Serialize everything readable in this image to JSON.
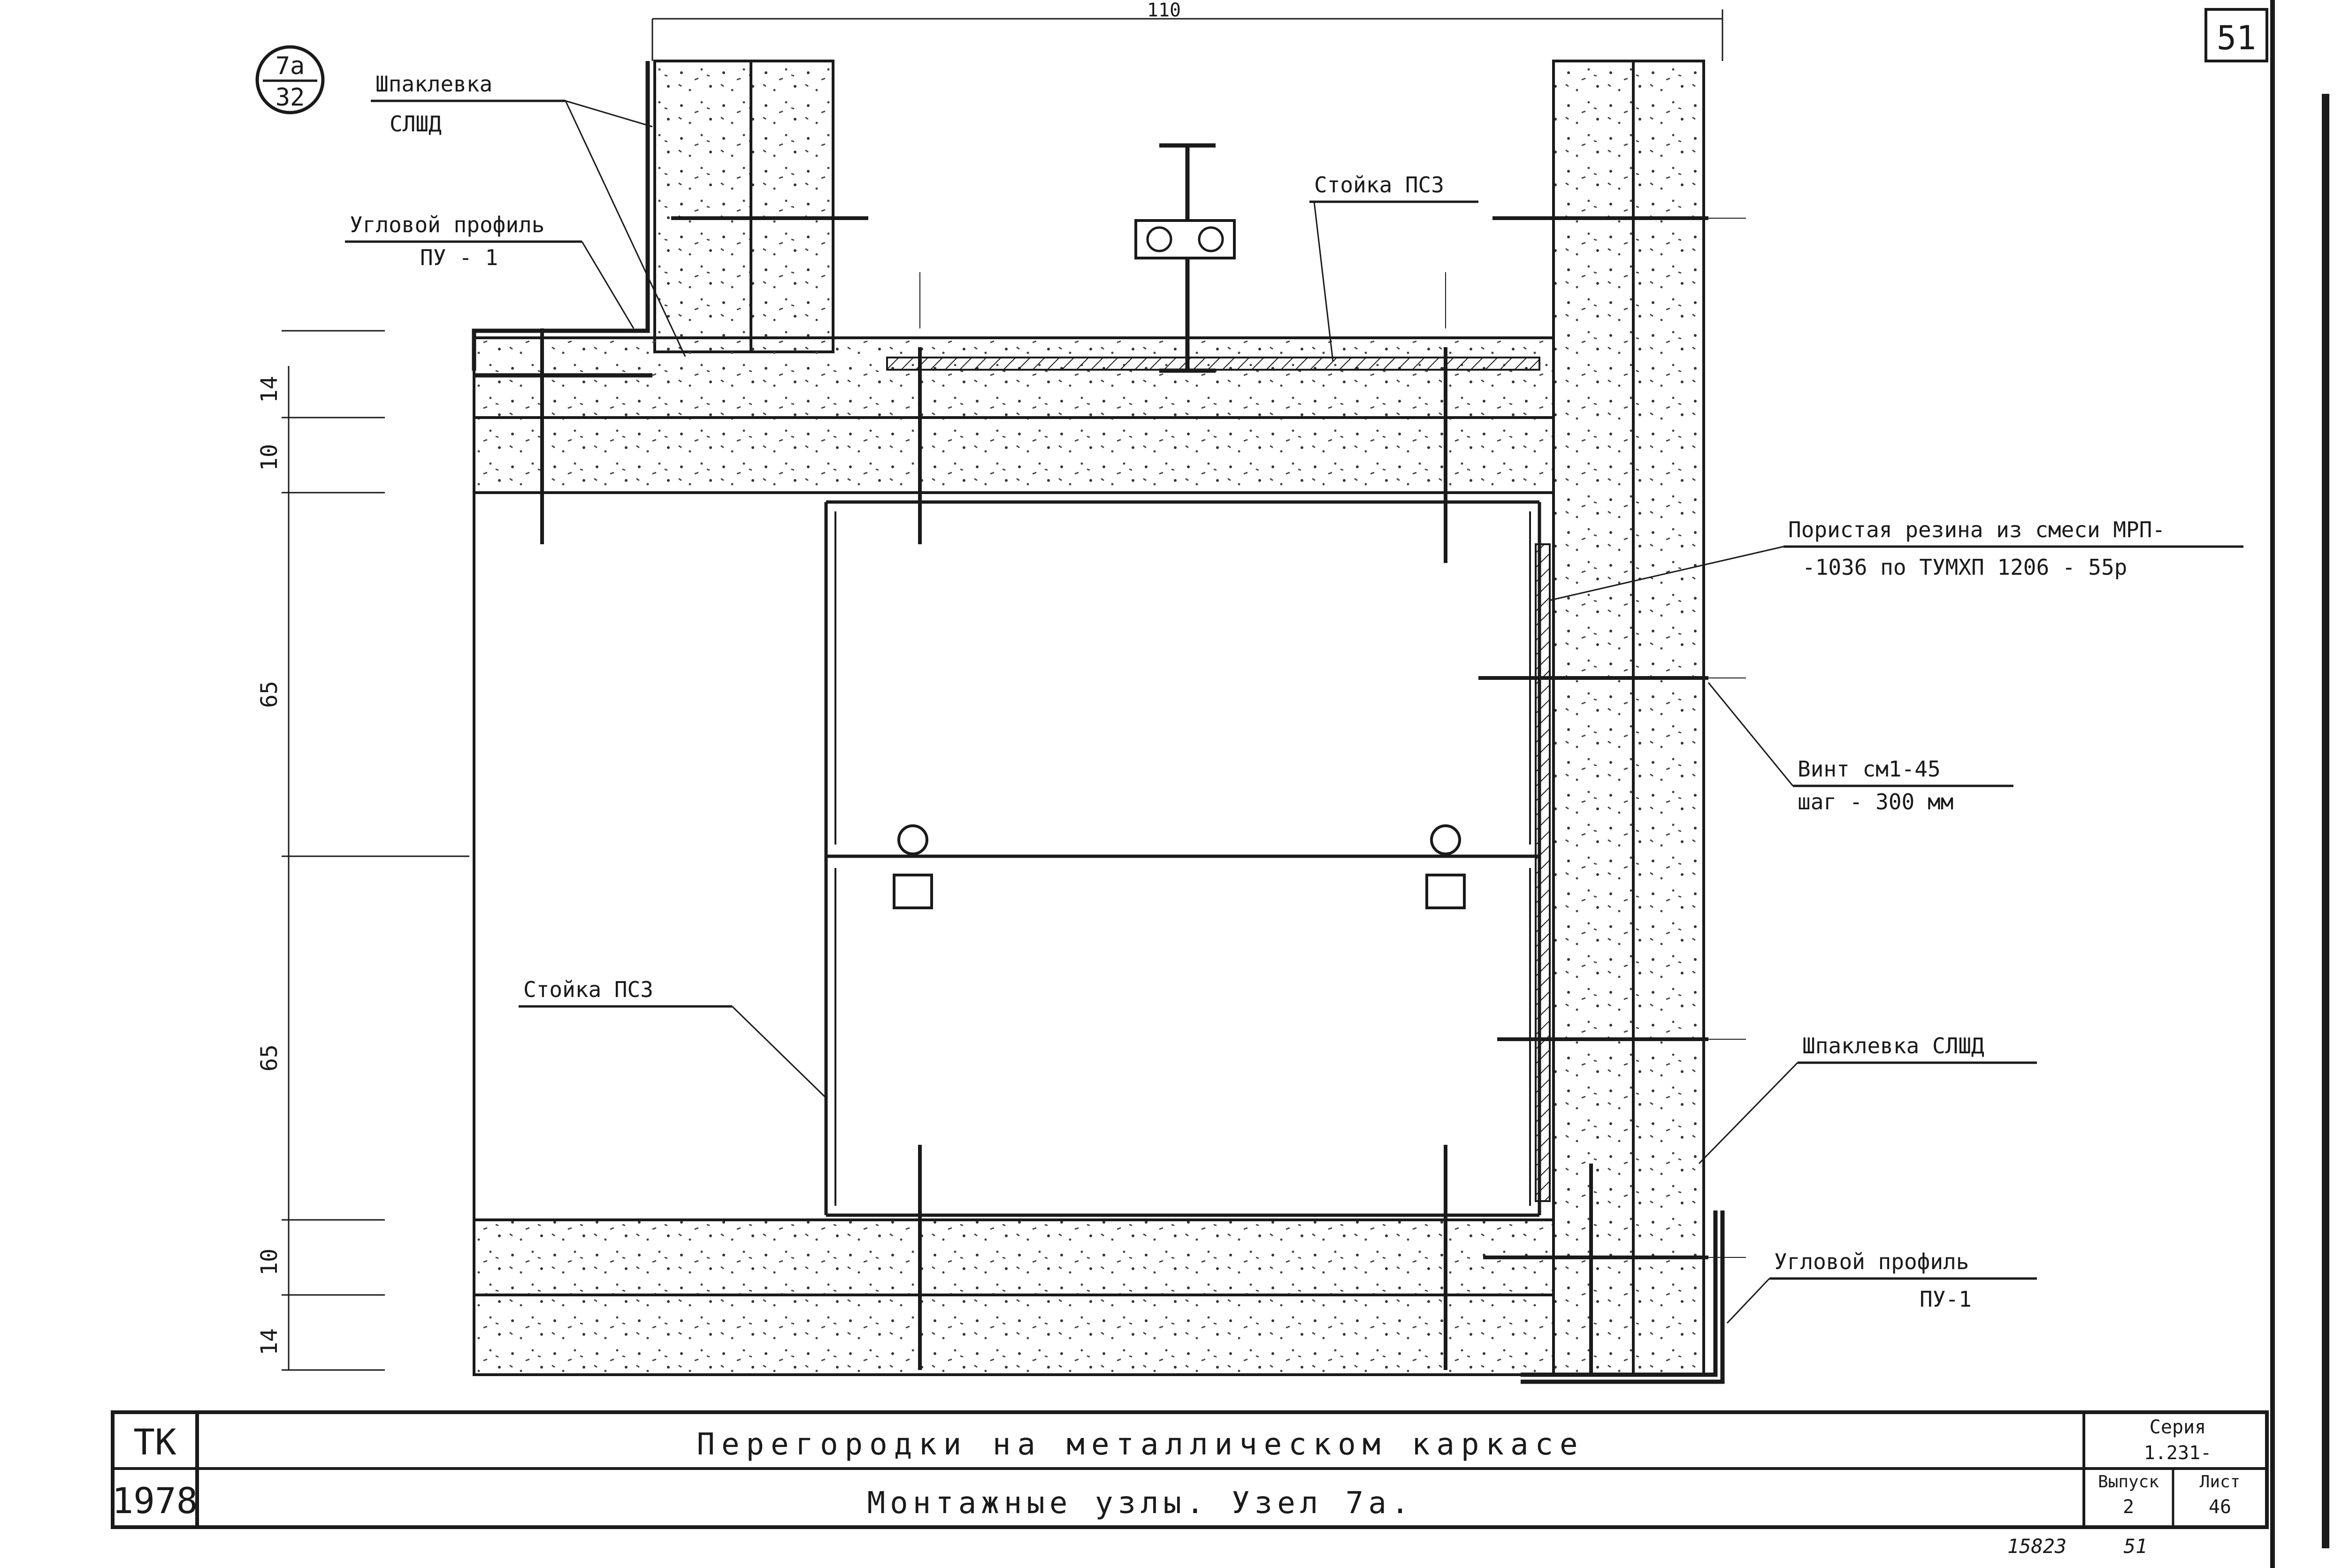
{
  "sheet": {
    "page_number": "51",
    "node_mark_top": "7а",
    "node_mark_bottom": "32",
    "top_dimension": "110",
    "dimensions_left": [
      "14",
      "10",
      "65",
      "65",
      "10",
      "14"
    ]
  },
  "callouts": {
    "putty_top_1": "Шпаклевка",
    "putty_top_2": "СЛШД",
    "corner_profile_top_1": "Угловой профиль",
    "corner_profile_top_2": "ПУ - 1",
    "stud_top": "Стойка ПС3",
    "rubber_1": "Пористая резина из смеси МРП-",
    "rubber_2": "-1036 по ТУМХП 1206 - 55р",
    "screw_1": "Винт см1-45",
    "screw_2": "шаг - 300 мм",
    "stud_left": "Стойка ПС3",
    "putty_right": "Шпаклевка СЛШД",
    "corner_profile_bottom_1": "Угловой профиль",
    "corner_profile_bottom_2": "ПУ-1"
  },
  "title_block": {
    "org_1": "ТК",
    "org_2": "1978",
    "title": "Перегородки на металлическом каркасе",
    "subtitle": "Монтажные узлы. Узел 7а.",
    "series_label": "Серия",
    "series_value": "1.231-",
    "issue_label": "Выпуск",
    "issue_value": "2",
    "sheet_label": "Лист",
    "sheet_value": "46",
    "inventory": "15823",
    "page_bottom": "51"
  },
  "colors": {
    "ink": "#1a1a1a",
    "paper": "#ffffff",
    "board": "#f7f7f5"
  }
}
